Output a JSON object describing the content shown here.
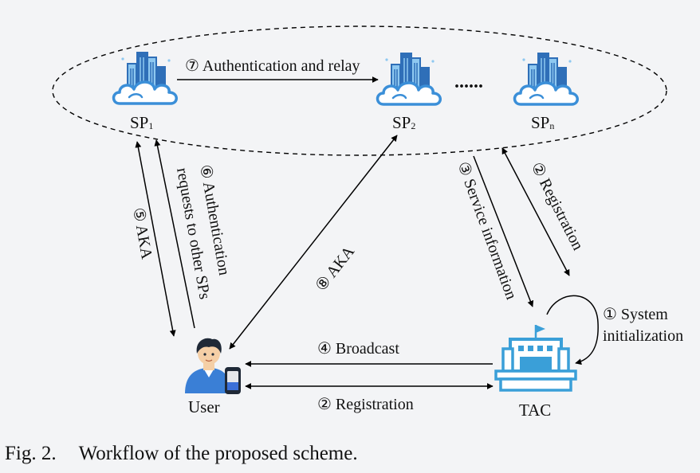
{
  "nodes": {
    "sp1": {
      "label": "SP",
      "sub": "1"
    },
    "sp2": {
      "label": "SP",
      "sub": "2"
    },
    "spn": {
      "label": "SP",
      "sub": "n"
    },
    "ellipsis": "......",
    "user": "User",
    "tac": "TAC"
  },
  "edges": {
    "e7": "⑦ Authentication and relay",
    "e6_line1": "⑥ Authentication",
    "e6_line2": "requests to other SPs",
    "e5": "⑤ AKA",
    "e8": "⑧ AKA",
    "e3": "③ Service information",
    "e2_top": "② Registration",
    "e1_line1": "① System",
    "e1_line2": "initialization",
    "e4": "④ Broadcast",
    "e2_bottom": "② Registration"
  },
  "caption": {
    "figure": "Fig. 2.",
    "text": "Workflow of the proposed scheme."
  },
  "colors": {
    "cloud": "#3b8fd8",
    "building_light": "#8ec8f0",
    "building_dark": "#2f6fb8",
    "tac": "#3a9fd8",
    "user_shirt": "#3a7fd6",
    "phone_screen": "#3a6fd8"
  }
}
